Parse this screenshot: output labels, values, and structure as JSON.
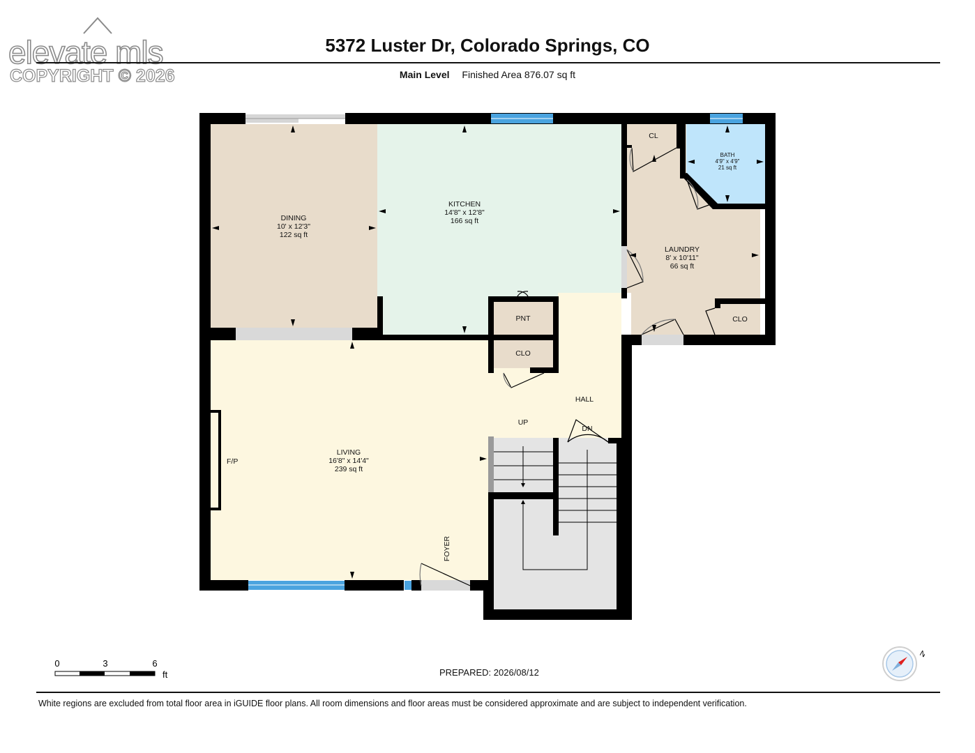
{
  "logo": {
    "brand": "elevate mls",
    "copyright": "COPYRIGHT © 2026"
  },
  "header": {
    "address": "5372 Luster Dr, Colorado Springs, CO",
    "level": "Main Level",
    "finished_area": "Finished Area 876.07 sq ft"
  },
  "rooms": {
    "dining": {
      "name": "DINING",
      "dims": "10' x 12'3\"",
      "area": "122 sq ft"
    },
    "kitchen": {
      "name": "KITCHEN",
      "dims": "14'8\" x 12'8\"",
      "area": "166 sq ft"
    },
    "bath": {
      "name": "BATH",
      "dims": "4'9\" x 4'9\"",
      "area": "21 sq ft"
    },
    "laundry": {
      "name": "LAUNDRY",
      "dims": "8' x 10'11\"",
      "area": "66 sq ft"
    },
    "living": {
      "name": "LIVING",
      "dims": "16'8\" x 14'4\"",
      "area": "239 sq ft"
    }
  },
  "labels": {
    "cl": "CL",
    "pnt": "PNT",
    "clo_center": "CLO",
    "clo_laundry": "CLO",
    "hall": "HALL",
    "up": "UP",
    "dn": "DN",
    "fp": "F/P",
    "foyer": "FOYER"
  },
  "scale": {
    "t0": "0",
    "t3": "3",
    "t6": "6",
    "unit": "ft"
  },
  "compass": {
    "north": "N"
  },
  "footer": {
    "prepared": "PREPARED: 2026/08/12",
    "disclaimer": "White regions are excluded from total floor area in iGUIDE floor plans. All room dimensions and floor areas must be considered approximate and are subject to independent verification."
  },
  "colors": {
    "dining": "#e8dccb",
    "kitchen": "#e5f3ea",
    "living": "#fdf7e0",
    "laundry": "#e8dccb",
    "bath": "#bfe5fb",
    "stairs": "#e4e4e4",
    "wall": "#000000",
    "window": "#4aa3df"
  }
}
